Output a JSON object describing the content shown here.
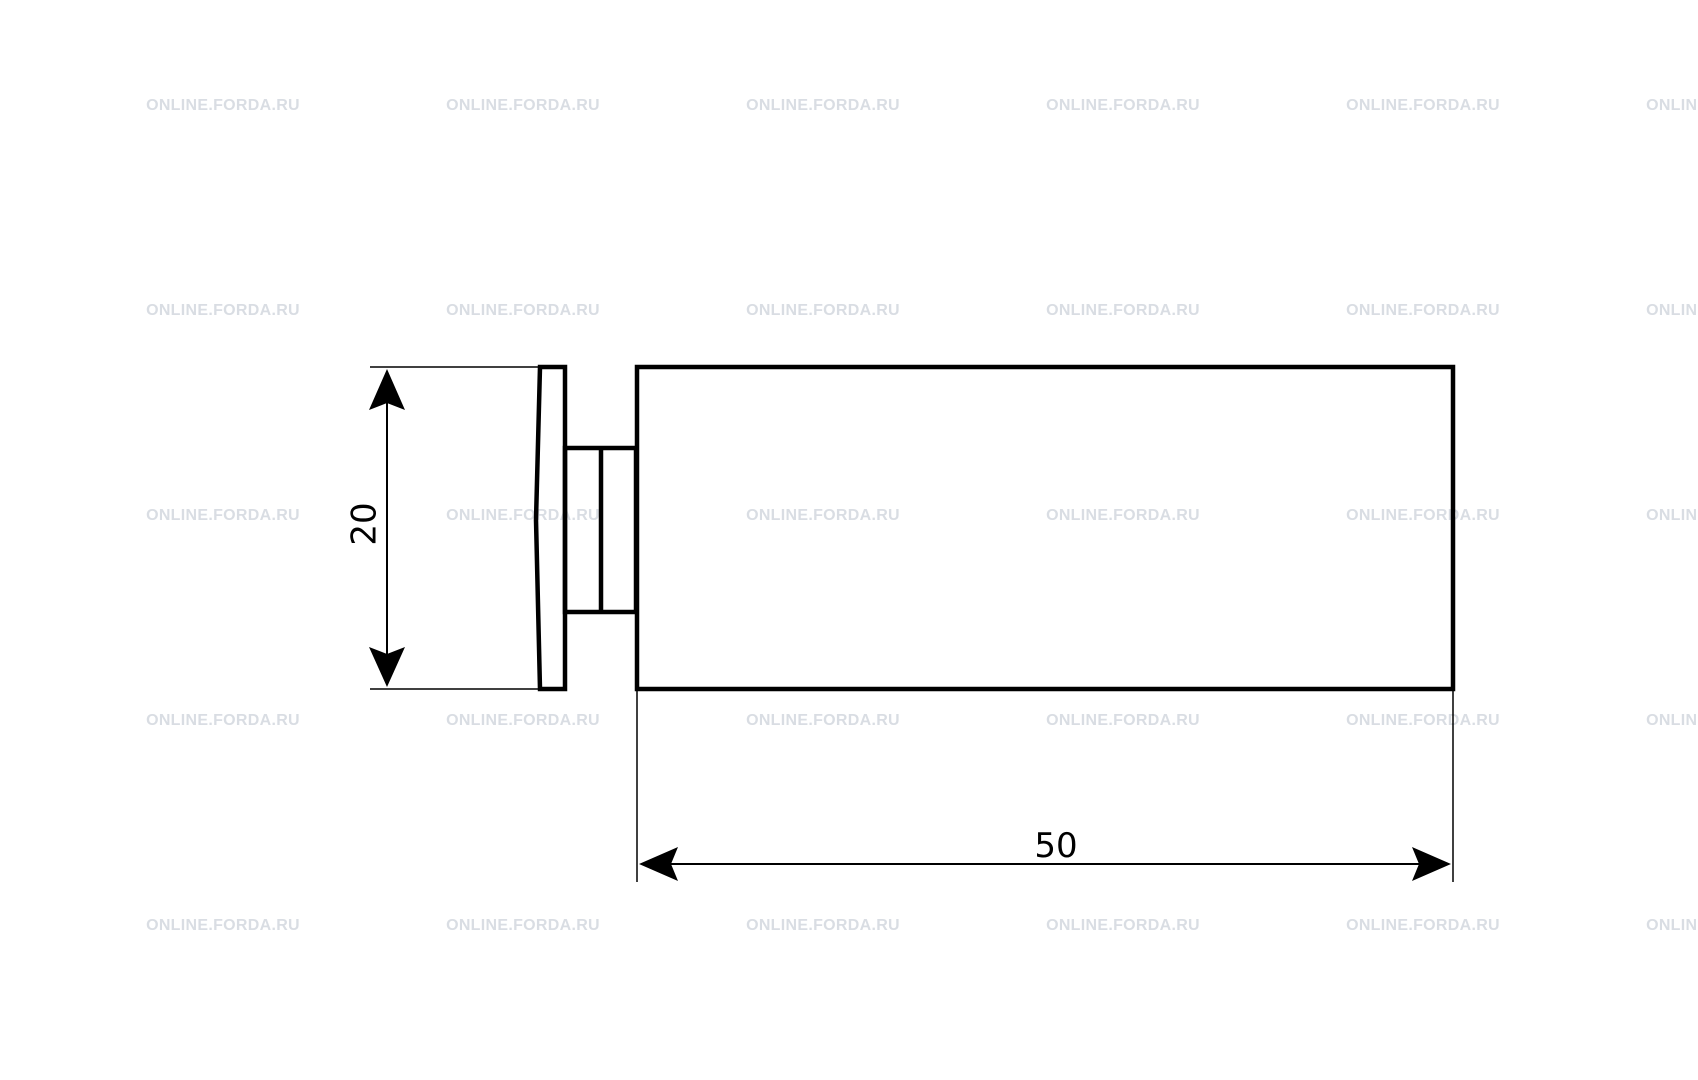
{
  "drawing": {
    "watermark_text": "ONLINE.FORDA.RU",
    "dimension_height": "20",
    "dimension_length": "50",
    "line_color": "#000000",
    "background_color": "#ffffff",
    "watermark_color": "#d9dde3"
  }
}
